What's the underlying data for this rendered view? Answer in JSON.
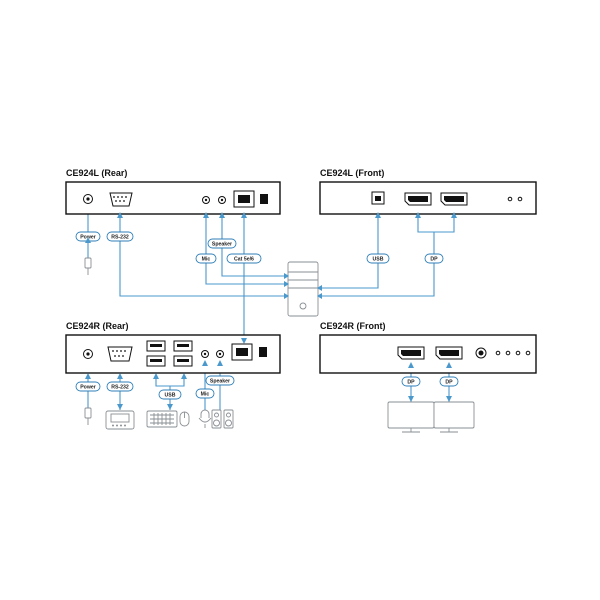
{
  "titles": {
    "ce924l_rear": "CE924L (Rear)",
    "ce924l_front": "CE924L (Front)",
    "ce924r_rear": "CE924R (Rear)",
    "ce924r_front": "CE924R (Front)"
  },
  "labels": {
    "power_l": "Power",
    "rs232_l": "RS-232",
    "speaker_l": "Speaker",
    "mic_l": "Mic",
    "cat_l": "Cat 5e/6",
    "usb_lf": "USB",
    "dp_lf": "DP",
    "power_r": "Power",
    "rs232_r": "RS-232",
    "usb_r": "USB",
    "mic_r": "Mic",
    "speaker_r": "Speaker",
    "dp_rf1": "DP",
    "dp_rf2": "DP"
  },
  "colors": {
    "wire": "#4a98cc",
    "panel_stroke": "#111111",
    "device_gray": "#8a8f94"
  },
  "icons": [
    "computer-tower-icon",
    "power-adapter-icon",
    "serial-device-icon",
    "keyboard-icon",
    "mouse-icon",
    "microphone-icon",
    "speaker-icon",
    "monitor-icon"
  ]
}
